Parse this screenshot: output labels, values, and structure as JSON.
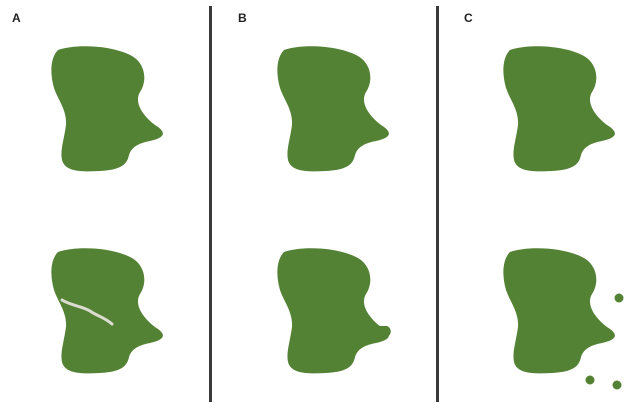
{
  "panels": [
    {
      "label": "A",
      "top_state": "intact",
      "bottom_state": "crack"
    },
    {
      "label": "B",
      "top_state": "intact",
      "bottom_state": "protrusion"
    },
    {
      "label": "C",
      "top_state": "intact",
      "bottom_state": "fragments"
    }
  ],
  "colors": {
    "shape_fill": "#548235",
    "crack": "#dcdcd0",
    "divider": "#3a3a3a",
    "label": "#222222",
    "background": "#ffffff"
  }
}
